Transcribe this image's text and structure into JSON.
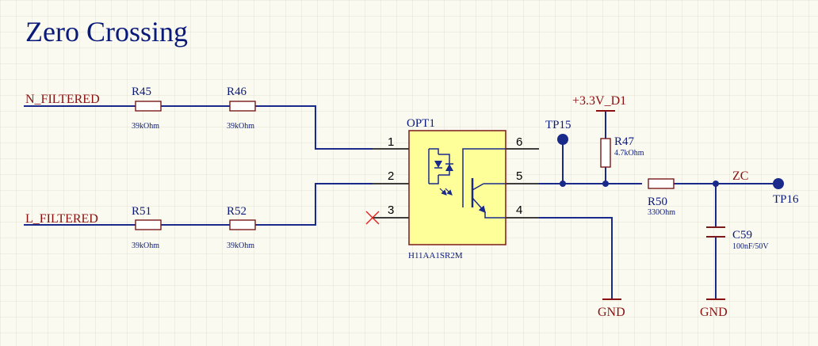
{
  "title": "Zero Crossing",
  "nets": {
    "n_filtered": "N_FILTERED",
    "l_filtered": "L_FILTERED",
    "vcc": "+3.3V_D1",
    "zc": "ZC",
    "gnd": "GND"
  },
  "resistors": {
    "r45": {
      "ref": "R45",
      "value": "39kOhm"
    },
    "r46": {
      "ref": "R46",
      "value": "39kOhm"
    },
    "r51": {
      "ref": "R51",
      "value": "39kOhm"
    },
    "r52": {
      "ref": "R52",
      "value": "39kOhm"
    },
    "r47": {
      "ref": "R47",
      "value": "4.7kOhm"
    },
    "r50": {
      "ref": "R50",
      "value": "330Ohm"
    }
  },
  "capacitor": {
    "ref": "C59",
    "value": "100nF/50V"
  },
  "optocoupler": {
    "ref": "OPT1",
    "part": "H11AA1SR2M",
    "pins": [
      "1",
      "2",
      "3",
      "4",
      "5",
      "6"
    ]
  },
  "testpoints": {
    "tp15": "TP15",
    "tp16": "TP16"
  },
  "colors": {
    "wire": "#1a2a8a",
    "net_label": "#8a1010",
    "component_body": "#ffff99",
    "background": "#fafaf0",
    "grid": "#e2e2d4"
  }
}
